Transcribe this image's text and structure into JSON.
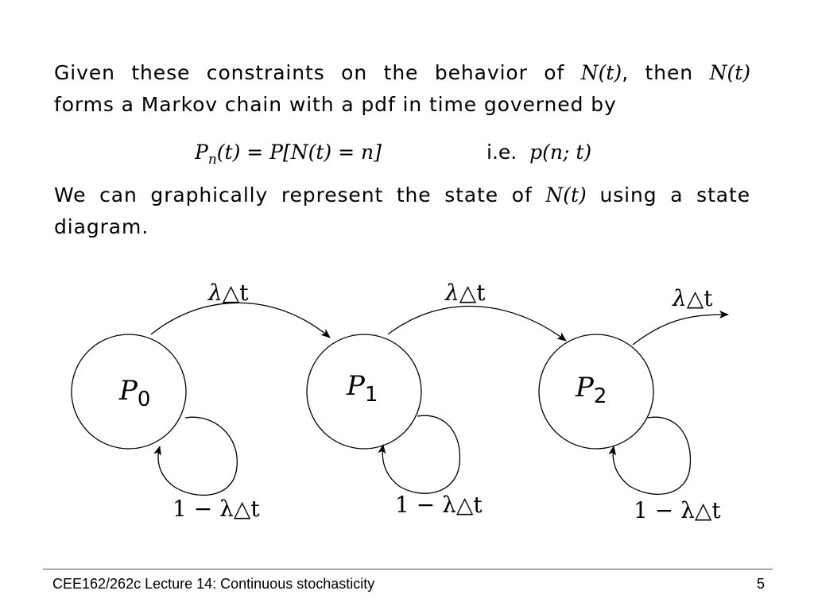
{
  "body": {
    "p1_a": "Given these constraints on the behavior of",
    "n_of_t": "N(t)",
    "p1_b": ", then",
    "p1_line2": "forms a Markov chain with a pdf in time governed by",
    "equation_lhs": "P",
    "equation_lhs_sub": "n",
    "equation_rest": "(t) = P[N(t) = n]",
    "ie_label": "i.e.",
    "ie_expr": "p(n; t)",
    "p2_a": "We can graphically represent the state of",
    "p2_b": "using a state",
    "p2_line2": "diagram."
  },
  "diagram": {
    "states": [
      {
        "label": "P",
        "sub": "0"
      },
      {
        "label": "P",
        "sub": "1"
      },
      {
        "label": "P",
        "sub": "2"
      }
    ],
    "forward_label_lambda": "λ",
    "forward_label_rest": "△t",
    "self_loop_label": "1 − λ△t"
  },
  "footer": {
    "course": "CEE162/262c Lecture 14:  Continuous stochasticity",
    "page": "5"
  }
}
